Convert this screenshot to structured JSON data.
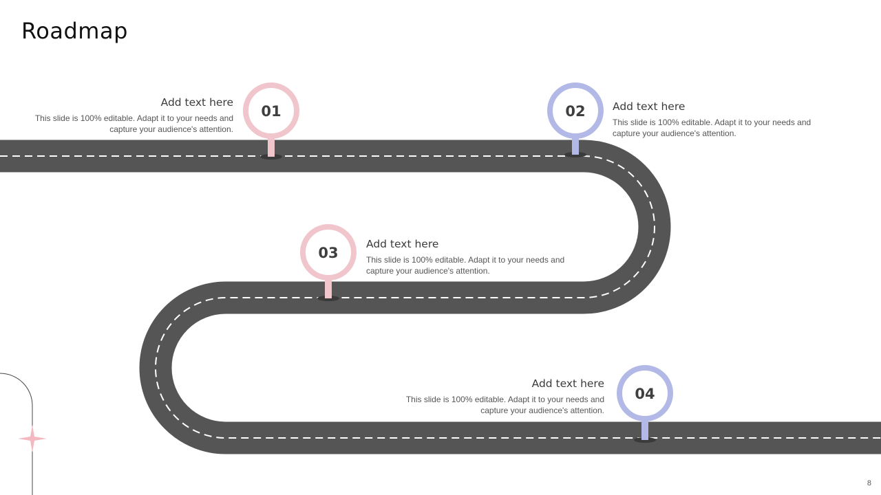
{
  "title": "Roadmap",
  "page_number": "8",
  "colors": {
    "road": "#555555",
    "lane_marking": "#ffffff",
    "pink": "#f0c6cc",
    "lavender": "#b3b9e6",
    "star": "#f3b8c0"
  },
  "milestones": [
    {
      "number": "01",
      "heading": "Add text here",
      "body": "This slide is 100% editable. Adapt it to your needs and capture your audience's attention.",
      "color": "pink"
    },
    {
      "number": "02",
      "heading": "Add text here",
      "body": "This slide is 100% editable. Adapt it to your needs and capture your audience's attention.",
      "color": "lavender"
    },
    {
      "number": "03",
      "heading": "Add text here",
      "body": "This slide is 100% editable. Adapt it to your needs and capture your audience's attention.",
      "color": "pink"
    },
    {
      "number": "04",
      "heading": "Add text here",
      "body": "This slide is 100% editable. Adapt it to your needs and capture your audience's attention.",
      "color": "lavender"
    }
  ]
}
